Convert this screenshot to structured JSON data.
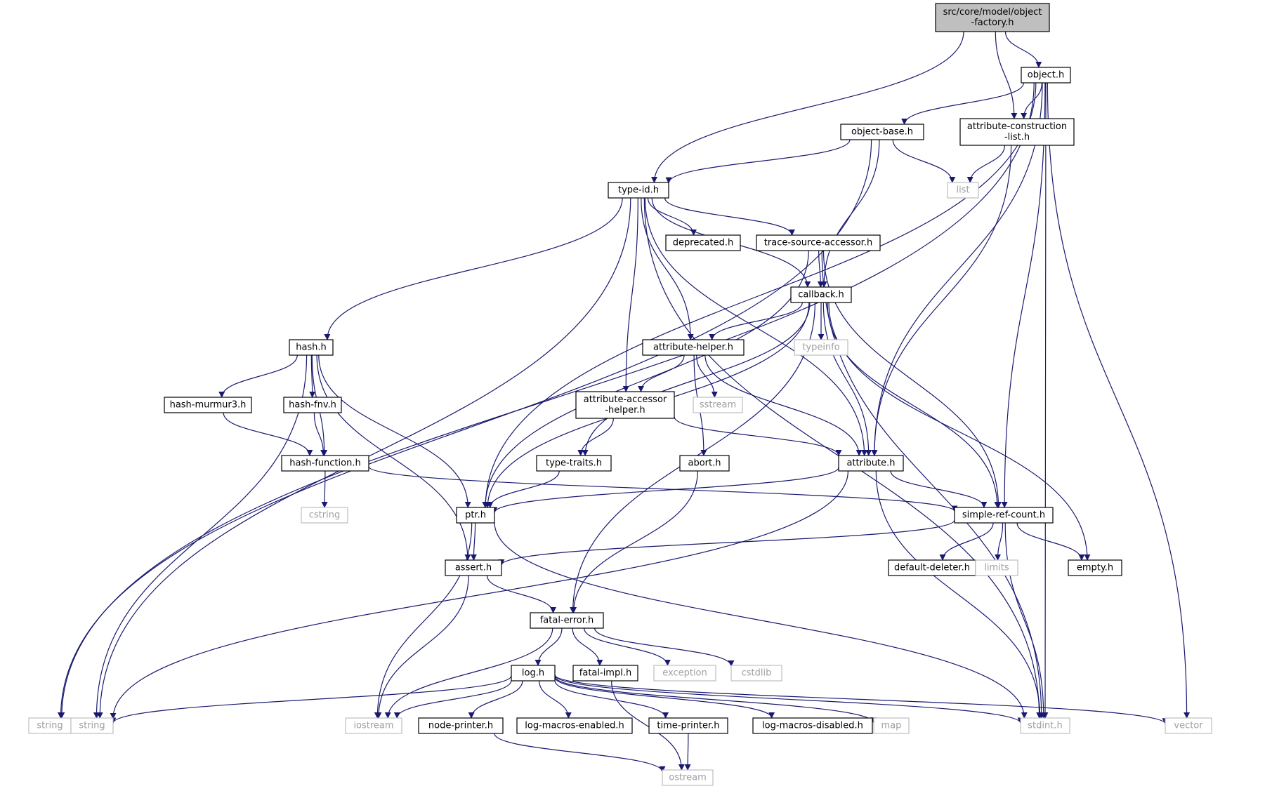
{
  "colors": {
    "edge": "#191970",
    "node_border": "#000000",
    "node_fill": "#ffffff",
    "root_fill": "#bfbfbf",
    "external_border": "#bfbfbf",
    "external_text": "#a0a0a0",
    "text": "#000000"
  },
  "nodes": {
    "object_factory": {
      "lines": [
        "src/core/model/object",
        "-factory.h"
      ],
      "kind": "root"
    },
    "object": {
      "lines": [
        "object.h"
      ],
      "kind": "internal"
    },
    "object_base": {
      "lines": [
        "object-base.h"
      ],
      "kind": "internal"
    },
    "attr_construction": {
      "lines": [
        "attribute-construction",
        "-list.h"
      ],
      "kind": "internal"
    },
    "list": {
      "lines": [
        "list"
      ],
      "kind": "external"
    },
    "type_id": {
      "lines": [
        "type-id.h"
      ],
      "kind": "internal"
    },
    "deprecated": {
      "lines": [
        "deprecated.h"
      ],
      "kind": "internal"
    },
    "trace_source": {
      "lines": [
        "trace-source-accessor.h"
      ],
      "kind": "internal"
    },
    "callback": {
      "lines": [
        "callback.h"
      ],
      "kind": "internal"
    },
    "hash": {
      "lines": [
        "hash.h"
      ],
      "kind": "internal"
    },
    "attr_helper": {
      "lines": [
        "attribute-helper.h"
      ],
      "kind": "internal"
    },
    "typeinfo": {
      "lines": [
        "typeinfo"
      ],
      "kind": "external"
    },
    "hash_murmur3": {
      "lines": [
        "hash-murmur3.h"
      ],
      "kind": "internal"
    },
    "hash_fnv": {
      "lines": [
        "hash-fnv.h"
      ],
      "kind": "internal"
    },
    "attr_accessor_helper": {
      "lines": [
        "attribute-accessor",
        "-helper.h"
      ],
      "kind": "internal"
    },
    "sstream": {
      "lines": [
        "sstream"
      ],
      "kind": "external"
    },
    "hash_function": {
      "lines": [
        "hash-function.h"
      ],
      "kind": "internal"
    },
    "type_traits": {
      "lines": [
        "type-traits.h"
      ],
      "kind": "internal"
    },
    "abort": {
      "lines": [
        "abort.h"
      ],
      "kind": "internal"
    },
    "attribute": {
      "lines": [
        "attribute.h"
      ],
      "kind": "internal"
    },
    "cstring": {
      "lines": [
        "cstring"
      ],
      "kind": "external"
    },
    "ptr": {
      "lines": [
        "ptr.h"
      ],
      "kind": "internal"
    },
    "simple_ref_count": {
      "lines": [
        "simple-ref-count.h"
      ],
      "kind": "internal"
    },
    "assert": {
      "lines": [
        "assert.h"
      ],
      "kind": "internal"
    },
    "default_deleter": {
      "lines": [
        "default-deleter.h"
      ],
      "kind": "internal"
    },
    "limits": {
      "lines": [
        "limits"
      ],
      "kind": "external"
    },
    "empty": {
      "lines": [
        "empty.h"
      ],
      "kind": "internal"
    },
    "fatal_error": {
      "lines": [
        "fatal-error.h"
      ],
      "kind": "internal"
    },
    "log": {
      "lines": [
        "log.h"
      ],
      "kind": "internal"
    },
    "fatal_impl": {
      "lines": [
        "fatal-impl.h"
      ],
      "kind": "internal"
    },
    "exception": {
      "lines": [
        "exception"
      ],
      "kind": "external"
    },
    "cstdlib": {
      "lines": [
        "cstdlib"
      ],
      "kind": "external"
    },
    "string_l": {
      "lines": [
        "string"
      ],
      "kind": "external"
    },
    "string_r": {
      "lines": [
        "string"
      ],
      "kind": "external"
    },
    "iostream": {
      "lines": [
        "iostream"
      ],
      "kind": "external"
    },
    "node_printer": {
      "lines": [
        "node-printer.h"
      ],
      "kind": "internal"
    },
    "log_macros_enabled": {
      "lines": [
        "log-macros-enabled.h"
      ],
      "kind": "internal"
    },
    "time_printer": {
      "lines": [
        "time-printer.h"
      ],
      "kind": "internal"
    },
    "log_macros_disabled": {
      "lines": [
        "log-macros-disabled.h"
      ],
      "kind": "internal"
    },
    "map": {
      "lines": [
        "map"
      ],
      "kind": "external"
    },
    "stdint": {
      "lines": [
        "stdint.h"
      ],
      "kind": "external"
    },
    "vector": {
      "lines": [
        "vector"
      ],
      "kind": "external"
    },
    "ostream": {
      "lines": [
        "ostream"
      ],
      "kind": "external"
    }
  },
  "edges": [
    [
      "object_factory",
      "object"
    ],
    [
      "object_factory",
      "attr_construction"
    ],
    [
      "object_factory",
      "type_id"
    ],
    [
      "object",
      "object_base"
    ],
    [
      "object",
      "attr_construction"
    ],
    [
      "object",
      "string_l"
    ],
    [
      "object",
      "ptr"
    ],
    [
      "object",
      "attribute"
    ],
    [
      "object",
      "simple_ref_count"
    ],
    [
      "object",
      "stdint"
    ],
    [
      "object",
      "vector"
    ],
    [
      "object_base",
      "type_id"
    ],
    [
      "object_base",
      "list"
    ],
    [
      "object_base",
      "callback"
    ],
    [
      "object_base",
      "string_l"
    ],
    [
      "attr_construction",
      "list"
    ],
    [
      "attr_construction",
      "attribute"
    ],
    [
      "type_id",
      "string_r"
    ],
    [
      "type_id",
      "hash"
    ],
    [
      "type_id",
      "deprecated"
    ],
    [
      "type_id",
      "trace_source"
    ],
    [
      "type_id",
      "callback"
    ],
    [
      "type_id",
      "attr_helper"
    ],
    [
      "type_id",
      "attr_accessor_helper"
    ],
    [
      "type_id",
      "attribute"
    ],
    [
      "type_id",
      "stdint"
    ],
    [
      "trace_source",
      "callback"
    ],
    [
      "trace_source",
      "ptr"
    ],
    [
      "trace_source",
      "simple_ref_count"
    ],
    [
      "trace_source",
      "stdint"
    ],
    [
      "callback",
      "typeinfo"
    ],
    [
      "callback",
      "attr_helper"
    ],
    [
      "callback",
      "ptr"
    ],
    [
      "callback",
      "type_traits"
    ],
    [
      "callback",
      "fatal_error"
    ],
    [
      "callback",
      "attribute"
    ],
    [
      "callback",
      "simple_ref_count"
    ],
    [
      "callback",
      "empty"
    ],
    [
      "hash",
      "hash_murmur3"
    ],
    [
      "hash",
      "hash_fnv"
    ],
    [
      "hash",
      "hash_function"
    ],
    [
      "hash",
      "string_r"
    ],
    [
      "hash",
      "assert"
    ],
    [
      "hash",
      "ptr"
    ],
    [
      "hash_murmur3",
      "hash_function"
    ],
    [
      "hash_fnv",
      "hash_function"
    ],
    [
      "hash_function",
      "cstring"
    ],
    [
      "hash_function",
      "simple_ref_count"
    ],
    [
      "attr_helper",
      "attr_accessor_helper"
    ],
    [
      "attr_helper",
      "sstream"
    ],
    [
      "attr_helper",
      "abort"
    ],
    [
      "attr_helper",
      "attribute"
    ],
    [
      "attr_accessor_helper",
      "type_traits"
    ],
    [
      "attr_accessor_helper",
      "attribute"
    ],
    [
      "type_traits",
      "ptr"
    ],
    [
      "abort",
      "fatal_error"
    ],
    [
      "attribute",
      "ptr"
    ],
    [
      "attribute",
      "simple_ref_count"
    ],
    [
      "attribute",
      "string_r"
    ],
    [
      "attribute",
      "stdint"
    ],
    [
      "ptr",
      "assert"
    ],
    [
      "ptr",
      "iostream"
    ],
    [
      "ptr",
      "stdint"
    ],
    [
      "simple_ref_count",
      "assert"
    ],
    [
      "simple_ref_count",
      "default_deleter"
    ],
    [
      "simple_ref_count",
      "limits"
    ],
    [
      "simple_ref_count",
      "empty"
    ],
    [
      "simple_ref_count",
      "stdint"
    ],
    [
      "assert",
      "fatal_error"
    ],
    [
      "assert",
      "iostream"
    ],
    [
      "fatal_error",
      "log"
    ],
    [
      "fatal_error",
      "fatal_impl"
    ],
    [
      "fatal_error",
      "exception"
    ],
    [
      "fatal_error",
      "cstdlib"
    ],
    [
      "fatal_error",
      "iostream"
    ],
    [
      "fatal_impl",
      "ostream"
    ],
    [
      "log",
      "string_r"
    ],
    [
      "log",
      "iostream"
    ],
    [
      "log",
      "node_printer"
    ],
    [
      "log",
      "log_macros_enabled"
    ],
    [
      "log",
      "time_printer"
    ],
    [
      "log",
      "log_macros_disabled"
    ],
    [
      "log",
      "map"
    ],
    [
      "log",
      "stdint"
    ],
    [
      "log",
      "vector"
    ],
    [
      "node_printer",
      "ostream"
    ],
    [
      "time_printer",
      "ostream"
    ]
  ]
}
